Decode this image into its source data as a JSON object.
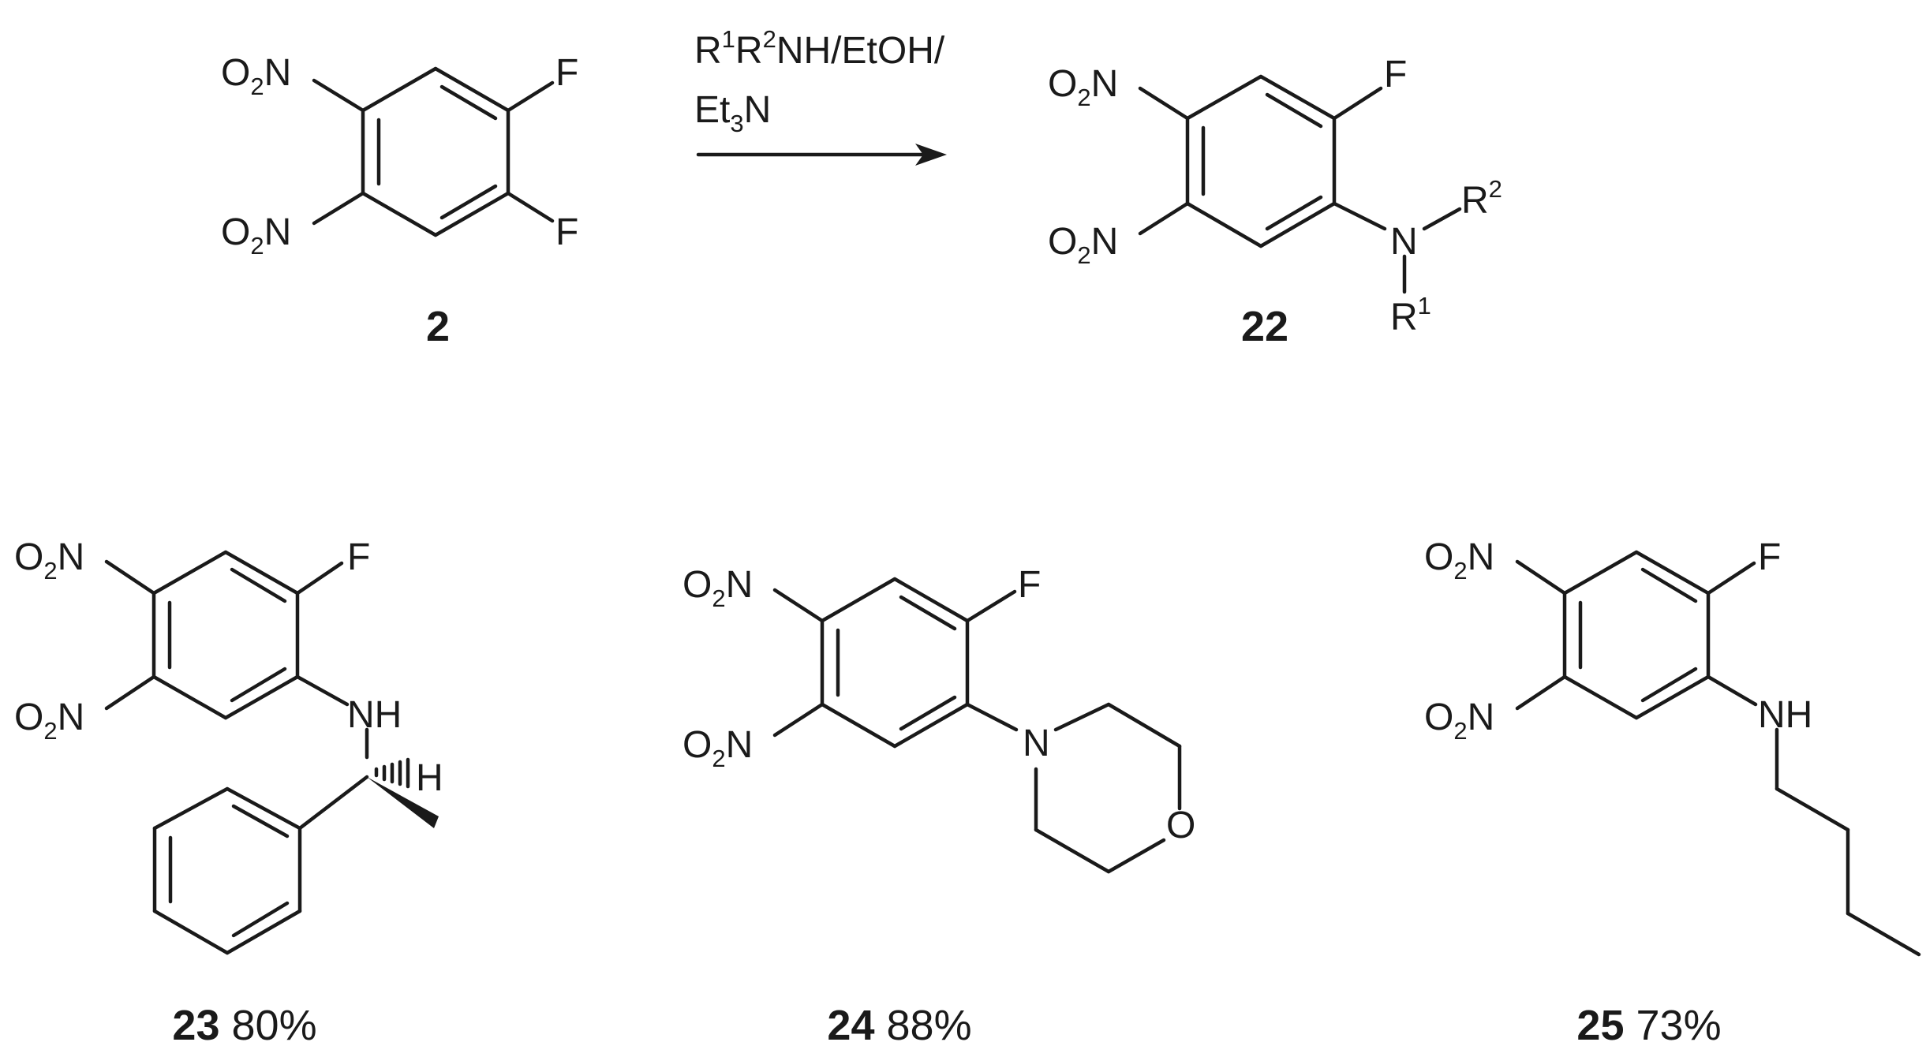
{
  "labels": {
    "O2": "O",
    "two": "2",
    "N": "N",
    "F": "F",
    "NH": "NH",
    "H": "H",
    "O": "O",
    "R": "R",
    "one": "1"
  },
  "reaction": {
    "reagent_line1_a": "R",
    "reagent_line1_b": "1",
    "reagent_line1_c": "R",
    "reagent_line1_d": "2",
    "reagent_line1_e": "NH/EtOH/",
    "reagent_line2_a": "Et",
    "reagent_line2_b": "3",
    "reagent_line2_c": "N"
  },
  "compounds": [
    {
      "id": "2",
      "yield": ""
    },
    {
      "id": "22",
      "yield": ""
    },
    {
      "id": "23",
      "yield": "80%"
    },
    {
      "id": "24",
      "yield": "88%"
    },
    {
      "id": "25",
      "yield": "73%"
    }
  ],
  "colors": {
    "ink": "#1a1a1a",
    "background": "#ffffff"
  }
}
